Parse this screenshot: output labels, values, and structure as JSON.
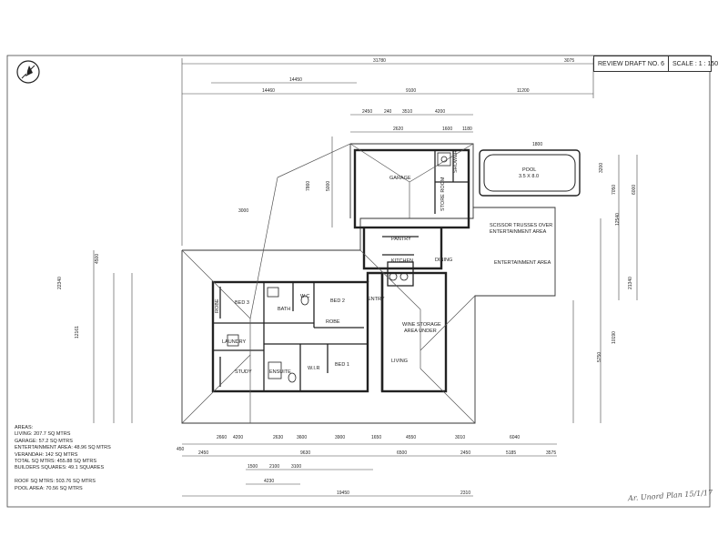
{
  "title_block": {
    "review": "REVIEW DRAFT NO. 6",
    "scale": "SCALE : 1 : 150"
  },
  "rooms": {
    "bed3": "BED 3",
    "bath": "BATH",
    "wc": "W.C",
    "bed2": "BED 2",
    "robe": "ROBE",
    "laundry": "LAUNDRY",
    "study": "STUDY",
    "ensuite": "ENSUITE",
    "wir": "W.I.R",
    "bed1": "BED 1",
    "living": "LIVING",
    "wine": "WINE STORAGE",
    "wine2": "AREA UNDER",
    "kitchen": "KITCHEN",
    "pantry": "PANTRY",
    "dining": "DINING",
    "entertainment": "ENTERTAINMENT AREA",
    "scissor": "SCISSOR TRUSSES OVER",
    "scissor2": "ENTERTAINMENT AREA",
    "garage": "GARAGE",
    "store": "STORE ROOM",
    "shower": "SHOWER",
    "pool": "POOL",
    "pool_size": "3.5 X 8.0",
    "entry": "ENTRY",
    "robe2": "ROBE"
  },
  "dimensions": {
    "overall_top": "31780",
    "top_right": "3075",
    "d14450a": "14450",
    "d14460": "14460",
    "d9100": "9100",
    "d11200": "11200",
    "d2450": "2450",
    "d240": "240",
    "d3510": "3510",
    "d4200": "4200",
    "d2620": "2620",
    "d1600": "1600",
    "d1180": "1180",
    "d3000": "3000",
    "d7860": "7860",
    "d5000": "5000",
    "d12540": "12540",
    "d12161": "12161",
    "d4500": "4500",
    "d22340": "22340",
    "d21340": "21340",
    "d2660": "2660",
    "d4200b": "4200",
    "d2630": "2630",
    "d3600": "3600",
    "d3900": "3900",
    "d1650": "1650",
    "d4550": "4550",
    "d3010": "3010",
    "d6040": "6040",
    "d450": "450",
    "d2450b": "2450",
    "d9630": "9630",
    "d6500": "6500",
    "d2450c": "2450",
    "d5185": "5185",
    "d3575": "3575",
    "d1500": "1500",
    "d2100": "2100",
    "d3100": "3100",
    "d4230": "4230",
    "d19450": "19450",
    "d2310": "2310",
    "d7050": "7050",
    "d6000": "6000",
    "d3200": "3200",
    "d10190": "10190",
    "d5750": "5750",
    "d1800": "1800"
  },
  "areas": [
    "AREAS:",
    "LIVING: 207.7 SQ MTRS",
    "GARAGE: 57.2 SQ MTRS",
    "ENTERTAINMENT AREA: 48.96 SQ MTRS",
    "VERANDAH: 142 SQ MTRS",
    "TOTAL SQ MTRS: 455.88 SQ MTRS",
    "BUILDERS SQUARES: 49.1 SQUARES",
    "",
    "ROOF SQ MTRS: 503.76 SQ MTRS",
    "POOL AREA: 70.56 SQ MTRS"
  ],
  "signoff": "Ar. Unord  Plan 15/1/17",
  "north_mark": "N"
}
